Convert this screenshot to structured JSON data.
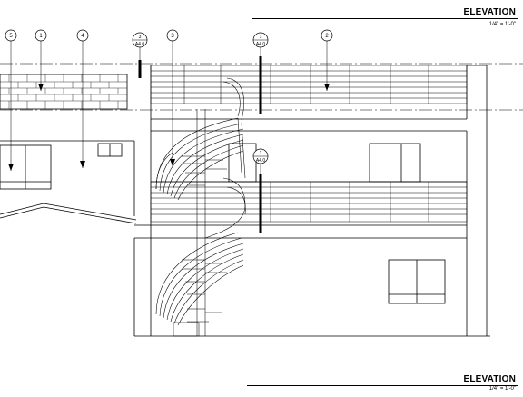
{
  "title_top": {
    "title": "ELEVATION",
    "scale": "1/4\" = 1'-0\""
  },
  "title_bottom": {
    "title": "ELEVATION",
    "scale": "1/4\" = 1'-0\""
  },
  "callouts": {
    "c5": "5",
    "c1": "1",
    "c4": "4",
    "sec_a_num": "3",
    "sec_a_sheet": "A4.0",
    "c3": "3",
    "sec_b_num": "1",
    "sec_b_sheet": "A4.0",
    "c2": "2",
    "sec_c_num": "1",
    "sec_c_sheet": "A4.0"
  },
  "colors": {
    "line": "#000000",
    "paper": "#ffffff",
    "grid_dash": "#000000"
  }
}
